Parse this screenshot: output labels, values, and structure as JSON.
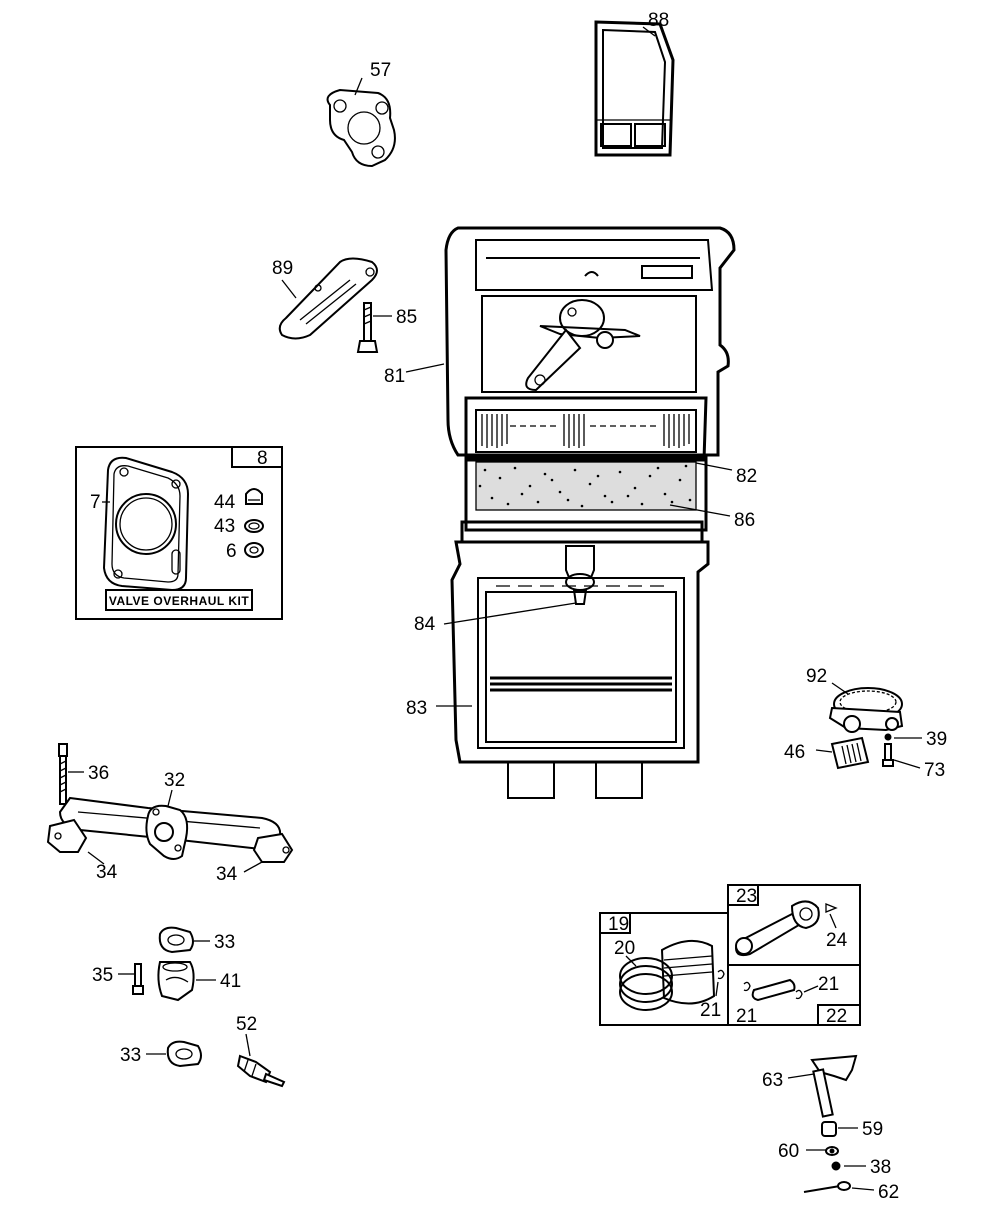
{
  "labels": {
    "p88": "88",
    "p57": "57",
    "p89": "89",
    "p85": "85",
    "p81": "81",
    "p82": "82",
    "p86": "86",
    "p84": "84",
    "p83": "83",
    "p8": "8",
    "p7": "7",
    "p44": "44",
    "p43": "43",
    "p6": "6",
    "p92": "92",
    "p39": "39",
    "p46": "46",
    "p73": "73",
    "p36": "36",
    "p32": "32",
    "p34a": "34",
    "p34b": "34",
    "p33a": "33",
    "p35": "35",
    "p41": "41",
    "p52": "52",
    "p33b": "33",
    "p23": "23",
    "p24": "24",
    "p19": "19",
    "p20": "20",
    "p21a": "21",
    "p21b": "21",
    "p21c": "21",
    "p22": "22",
    "p63": "63",
    "p59": "59",
    "p60": "60",
    "p38": "38",
    "p62": "62"
  },
  "kit": {
    "title": "VALVE OVERHAUL KIT"
  }
}
